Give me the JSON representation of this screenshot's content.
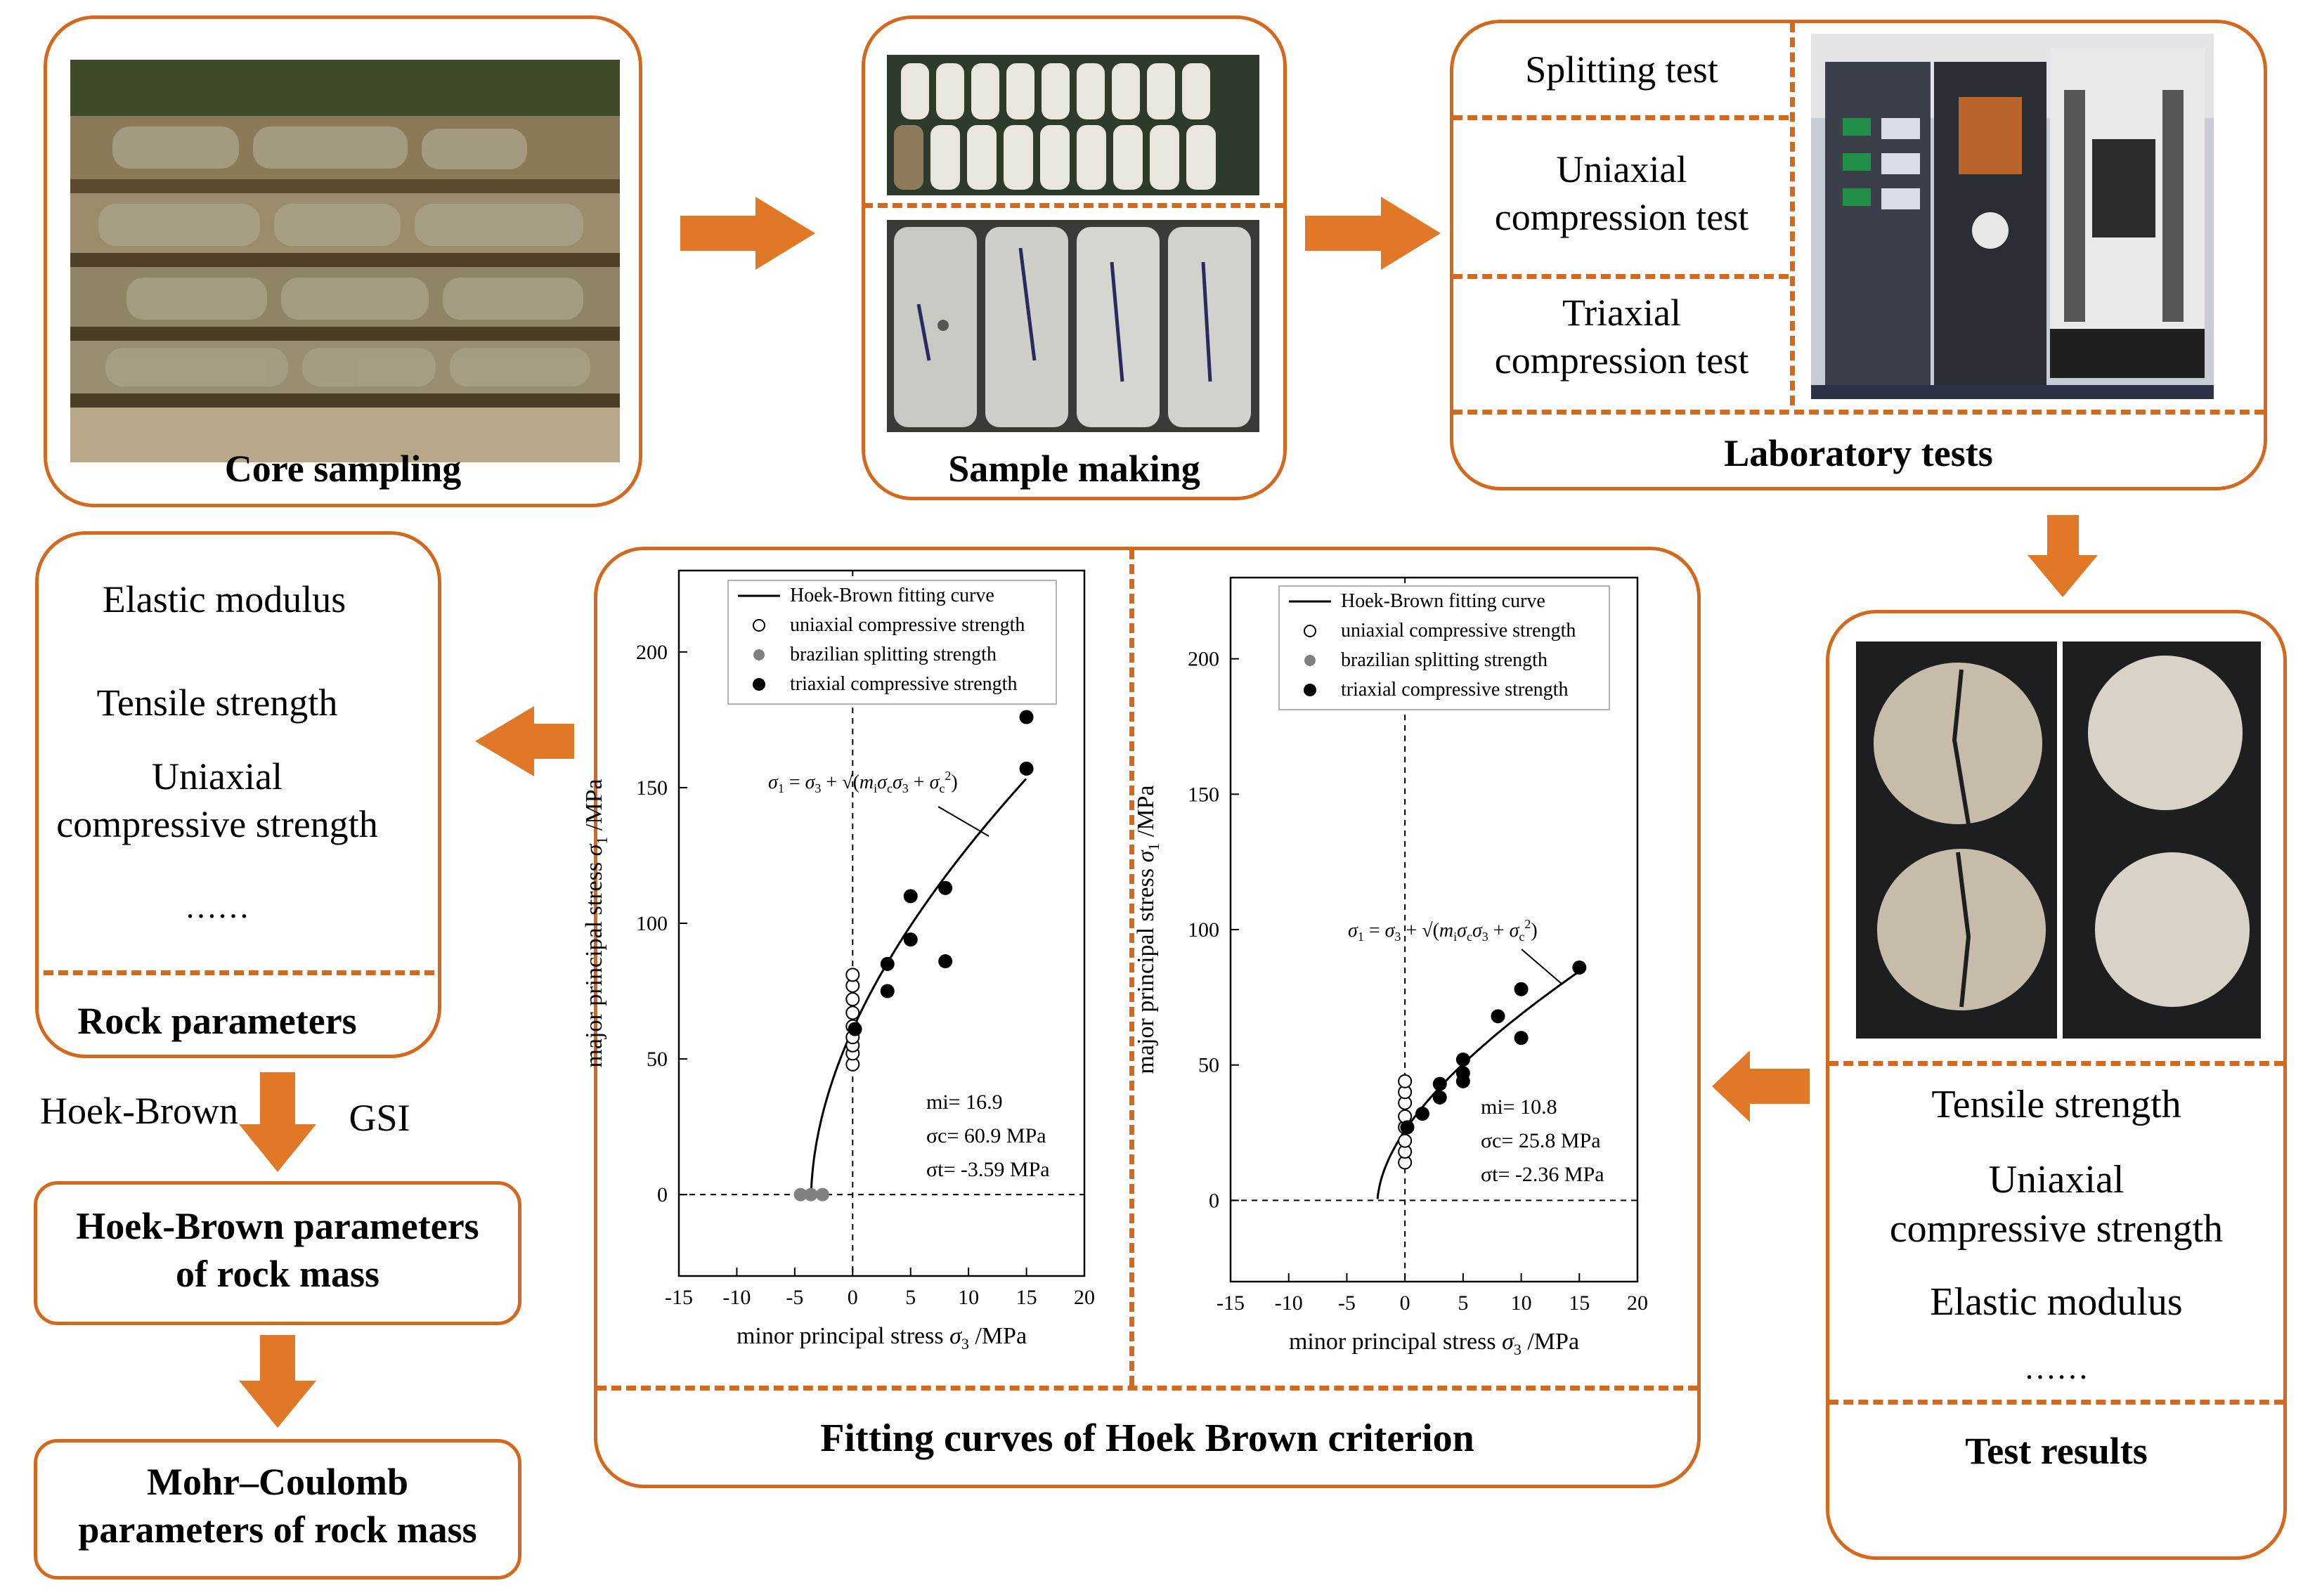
{
  "colors": {
    "accent": "#d4691e",
    "black": "#000000",
    "gray": "#808080"
  },
  "core_sampling": {
    "label": "Core sampling",
    "photo": "drill-core-photo"
  },
  "sample_making": {
    "label": "Sample making",
    "photo_top": "cylindrical-specimens-photo",
    "photo_bottom": "labeled-specimens-photo"
  },
  "laboratory_tests": {
    "label": "Laboratory tests",
    "tests": [
      "Splitting test",
      "Uniaxial\ncompression test",
      "Triaxial\ncompression test"
    ],
    "photo": "test-machine-photo"
  },
  "test_results": {
    "label": "Test results",
    "items": [
      "Tensile strength",
      "Uniaxial\ncompressive strength",
      "Elastic modulus",
      "……"
    ],
    "photo": "broken-specimens-photo"
  },
  "rock_parameters": {
    "label": "Rock parameters",
    "items": [
      "Elastic modulus",
      "Tensile strength",
      "Uniaxial\ncompressive strength",
      "……"
    ]
  },
  "hoek_brown_label": "Hoek-Brown",
  "gsi_label": "GSI",
  "hb_mass": {
    "label": "Hoek-Brown parameters\nof rock mass"
  },
  "mc_mass": {
    "label": "Mohr–Coulomb\nparameters of rock mass"
  },
  "fitting": {
    "label": "Fitting curves of Hoek Brown criterion"
  },
  "chart_data": [
    {
      "type": "scatter",
      "xlabel": "minor principal stress σ3 /MPa",
      "ylabel": "major principal stress σ1 /MPa",
      "xlim": [
        -15,
        20
      ],
      "ylim": [
        -30,
        230
      ],
      "xticks": [
        -15,
        -10,
        -5,
        0,
        5,
        10,
        15,
        20
      ],
      "yticks": [
        0,
        50,
        100,
        150,
        200
      ],
      "legend": [
        "Hoek-Brown fitting curve",
        "uniaxial compressive strength",
        "brazilian splitting strength",
        "triaxial compressive strength"
      ],
      "legend_position": "top",
      "equation": "σ1 = σ3 + √(mi σc σ3 + σc²)",
      "annotations": [
        "mi= 16.9",
        "σc= 60.9 MPa",
        "σt= -3.59 MPa"
      ],
      "params": {
        "mi": 16.9,
        "sigma_c": 60.9,
        "sigma_t": -3.59
      },
      "uniaxial": [
        [
          0,
          48
        ],
        [
          0,
          52
        ],
        [
          0,
          55
        ],
        [
          0,
          58
        ],
        [
          0,
          62
        ],
        [
          0,
          67
        ],
        [
          0,
          72
        ],
        [
          0,
          77
        ],
        [
          0,
          81
        ]
      ],
      "brazilian": [
        [
          -4.5,
          0
        ],
        [
          -3.6,
          0
        ],
        [
          -2.6,
          0
        ]
      ],
      "triaxial": [
        [
          0.2,
          61
        ],
        [
          3,
          85
        ],
        [
          3,
          75
        ],
        [
          5,
          110
        ],
        [
          5,
          94
        ],
        [
          8,
          113
        ],
        [
          8,
          86
        ],
        [
          15,
          176
        ],
        [
          15,
          157
        ]
      ]
    },
    {
      "type": "scatter",
      "xlabel": "minor principal stress σ3 /MPa",
      "ylabel": "major principal stress σ1 /MPa",
      "xlim": [
        -15,
        20
      ],
      "ylim": [
        -30,
        230
      ],
      "xticks": [
        -15,
        -10,
        -5,
        0,
        5,
        10,
        15,
        20
      ],
      "yticks": [
        0,
        50,
        100,
        150,
        200
      ],
      "legend": [
        "Hoek-Brown fitting curve",
        "uniaxial compressive strength",
        "brazilian splitting strength",
        "triaxial compressive strength"
      ],
      "legend_position": "top",
      "equation": "σ1 = σ3 + √(mi σc σ3 + σc²)",
      "annotations": [
        "mi= 10.8",
        "σc= 25.8 MPa",
        "σt= -2.36 MPa"
      ],
      "params": {
        "mi": 10.8,
        "sigma_c": 25.8,
        "sigma_t": -2.36
      },
      "uniaxial": [
        [
          0,
          14
        ],
        [
          0,
          18
        ],
        [
          0,
          22
        ],
        [
          0,
          27
        ],
        [
          0,
          31
        ],
        [
          0,
          36
        ],
        [
          0,
          40
        ],
        [
          0,
          44
        ]
      ],
      "brazilian": [],
      "triaxial": [
        [
          0.2,
          27
        ],
        [
          1.5,
          32
        ],
        [
          3,
          38
        ],
        [
          3,
          43
        ],
        [
          5,
          44
        ],
        [
          5,
          47
        ],
        [
          5,
          52
        ],
        [
          8,
          68
        ],
        [
          10,
          78
        ],
        [
          10,
          60
        ],
        [
          15,
          86
        ]
      ]
    }
  ]
}
